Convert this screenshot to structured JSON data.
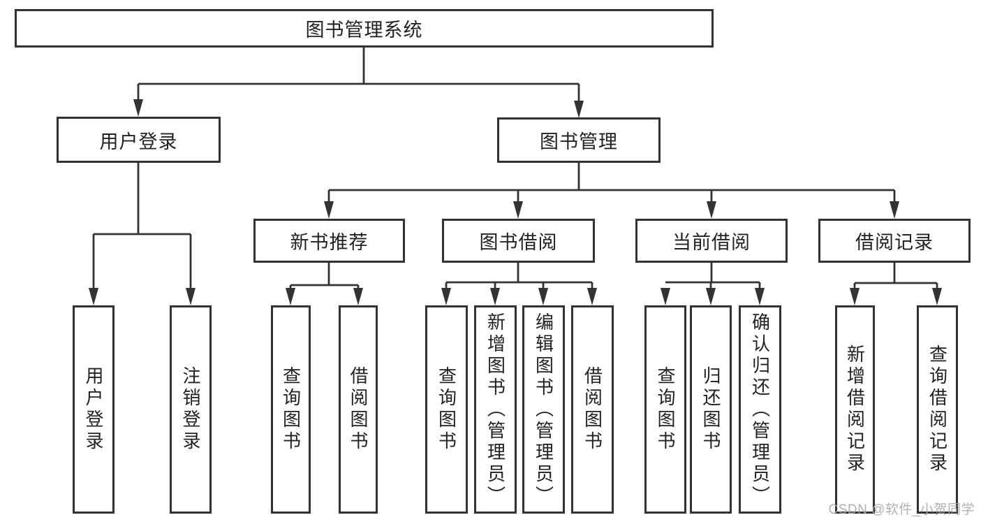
{
  "colors": {
    "line": "#333333",
    "text": "#222222",
    "background": "#ffffff",
    "watermark": "#a8a8a8"
  },
  "diagram": {
    "root": {
      "label": "图书管理系统"
    },
    "level2": {
      "user_login": {
        "label": "用户登录"
      },
      "book_mgmt": {
        "label": "图书管理"
      }
    },
    "level3": {
      "new_books": {
        "label": "新书推荐"
      },
      "book_borrow": {
        "label": "图书借阅"
      },
      "current_borrow": {
        "label": "当前借阅"
      },
      "borrow_records": {
        "label": "借阅记录"
      }
    },
    "leaves": {
      "user_login": [
        "用户登录",
        "注销登录"
      ],
      "new_books": [
        "查询图书",
        "借阅图书"
      ],
      "book_borrow": [
        "查询图书",
        "新增图书（管理员）",
        "编辑图书（管理员）",
        "借阅图书"
      ],
      "current_borrow": [
        "查询图书",
        "归还图书",
        "确认归还（管理员）"
      ],
      "borrow_records": [
        "新增借阅记录",
        "查询借阅记录"
      ]
    }
  },
  "watermark": {
    "text": "CSDN @软件_小贺同学"
  }
}
